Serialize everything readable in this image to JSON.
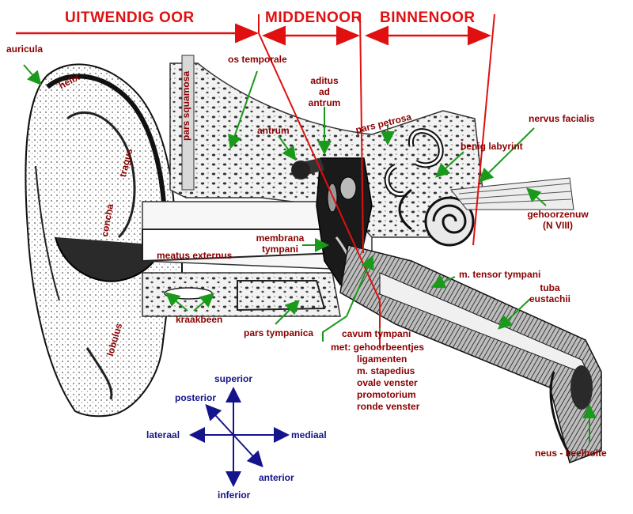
{
  "sections": {
    "outer": "UITWENDIG OOR",
    "middle": "MIDDENOOR",
    "inner": "BINNENOOR"
  },
  "labels": {
    "auricula": "auricula",
    "helix": "helix",
    "pars_squamosa": "pars squamosa",
    "os_temporale": "os temporale",
    "aditus_1": "aditus",
    "aditus_2": "ad",
    "aditus_3": "antrum",
    "pars_petrosa": "pars petrosa",
    "antrum": "antrum",
    "tragus": "tragus",
    "concha": "concha",
    "nervus_facialis": "nervus facialis",
    "benig_labyrint": "benig labyrint",
    "gehoorzenuw_1": "gehoorzenuw",
    "gehoorzenuw_2": "(N VIII)",
    "membrana_1": "membrana",
    "membrana_2": "tympani",
    "meatus_externus": "meatus externus",
    "m_tensor_tympani": "m. tensor tympani",
    "tuba_1": "tuba",
    "tuba_2": "eustachii",
    "lobulus": "lobulus",
    "kraakbeen": "kraakbeen",
    "pars_tympanica": "pars tympanica",
    "cavum_tympani": "cavum tympani",
    "met_1": "met: gehoorbeentjes",
    "met_2": "ligamenten",
    "met_3": "m. stapedius",
    "met_4": "ovale venster",
    "met_5": "promotorium",
    "met_6": "ronde venster",
    "neus_keelholte": "neus - keelholte"
  },
  "compass": {
    "superior": "superior",
    "posterior": "posterior",
    "lateraal": "lateraal",
    "mediaal": "mediaal",
    "anterior": "anterior",
    "inferior": "inferior"
  },
  "colors": {
    "section_red": "#e01010",
    "label_maroon": "#8b0000",
    "pointer_green": "#1a9a1a",
    "compass_navy": "#14148c"
  }
}
